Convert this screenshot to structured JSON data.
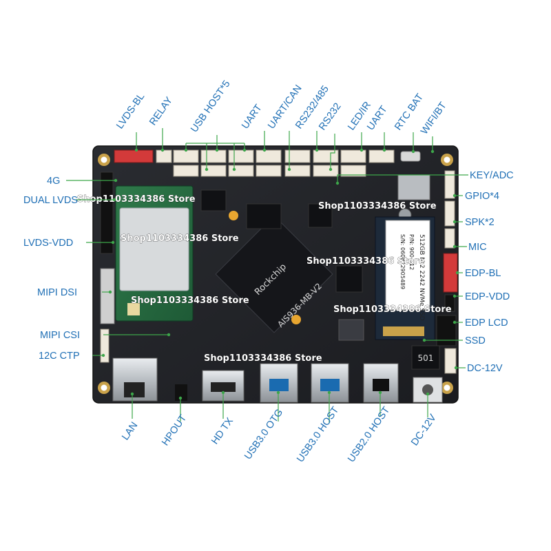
{
  "labels": {
    "top": [
      "LVDS-BL",
      "RELAY",
      "USB HOST*5",
      "UART",
      "UART/CAN",
      "RS232/485",
      "RS232",
      "LED/IR",
      "UART",
      "RTC BAT",
      "WIFI/BT"
    ],
    "left": [
      "4G",
      "DUAL LVDS",
      "LVDS-VDD",
      "MIPI DSI",
      "MIPI CSI",
      "12C CTP"
    ],
    "right": [
      "KEY/ADC",
      "GPIO*4",
      "SPK*2",
      "MIC",
      "EDP-BL",
      "EDP-VDD",
      "EDP LCD",
      "SSD",
      "DC-12V"
    ],
    "bottom": [
      "LAN",
      "HPOUT",
      "HD TX",
      "USB3.0 OTG",
      "USB3.0 HOST",
      "USB2.0 HOST",
      "DC-12V"
    ]
  },
  "board": {
    "model_text": "AIS936-MB-V2",
    "chip_brand": "Rockchip",
    "ssd_text": "SSD",
    "ssd_label_lines": [
      "512GB M.2 2242 NVMe SSD",
      "P/N: 900-512",
      "S/N: 060822905489"
    ],
    "inductor_text": "501"
  },
  "watermark": "Shop1103334386 Store"
}
